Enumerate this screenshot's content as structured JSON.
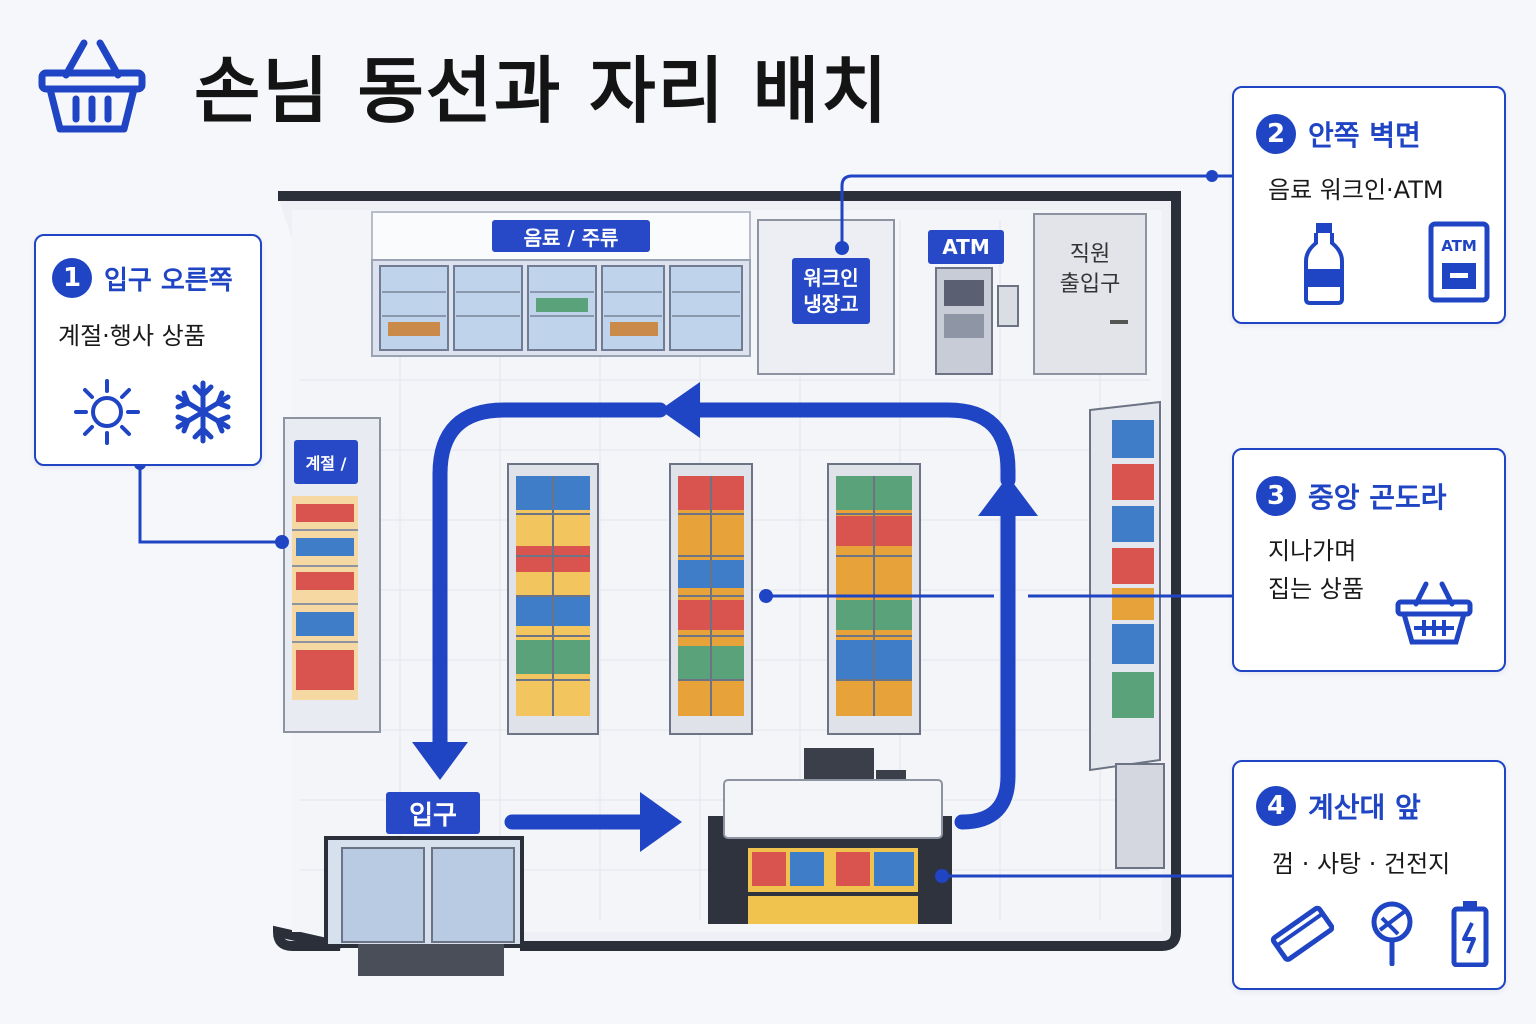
{
  "title": "손님 동선과 자리 배치",
  "icons": {
    "title_icon": "basket-icon",
    "accent_color": "#1f44c4"
  },
  "zones": [
    {
      "number": "1",
      "heading": "입구 오른쪽",
      "subtitle": "계절·행사 상품",
      "icons": [
        "sun-icon",
        "snowflake-icon"
      ]
    },
    {
      "number": "2",
      "heading": "안쪽 벽면",
      "subtitle": "음료 워크인·ATM",
      "icons": [
        "bottle-icon",
        "atm-icon"
      ]
    },
    {
      "number": "3",
      "heading": "중앙 곤도라",
      "subtitle_line1": "지나가며",
      "subtitle_line2": "집는 상품",
      "icons": [
        "basket-icon"
      ]
    },
    {
      "number": "4",
      "heading": "계산대 앞",
      "subtitle": "껌 · 사탕 · 건전지",
      "icons": [
        "gum-icon",
        "lollipop-icon",
        "battery-icon"
      ]
    }
  ],
  "store": {
    "drinks_sign": "음료 / 주류",
    "walkin_sign_line1": "워크인",
    "walkin_sign_line2": "냉장고",
    "atm_sign": "ATM",
    "staff_door_line1": "직원",
    "staff_door_line2": "출입구",
    "seasonal_sign": "계절 /",
    "entrance_sign": "입구"
  }
}
